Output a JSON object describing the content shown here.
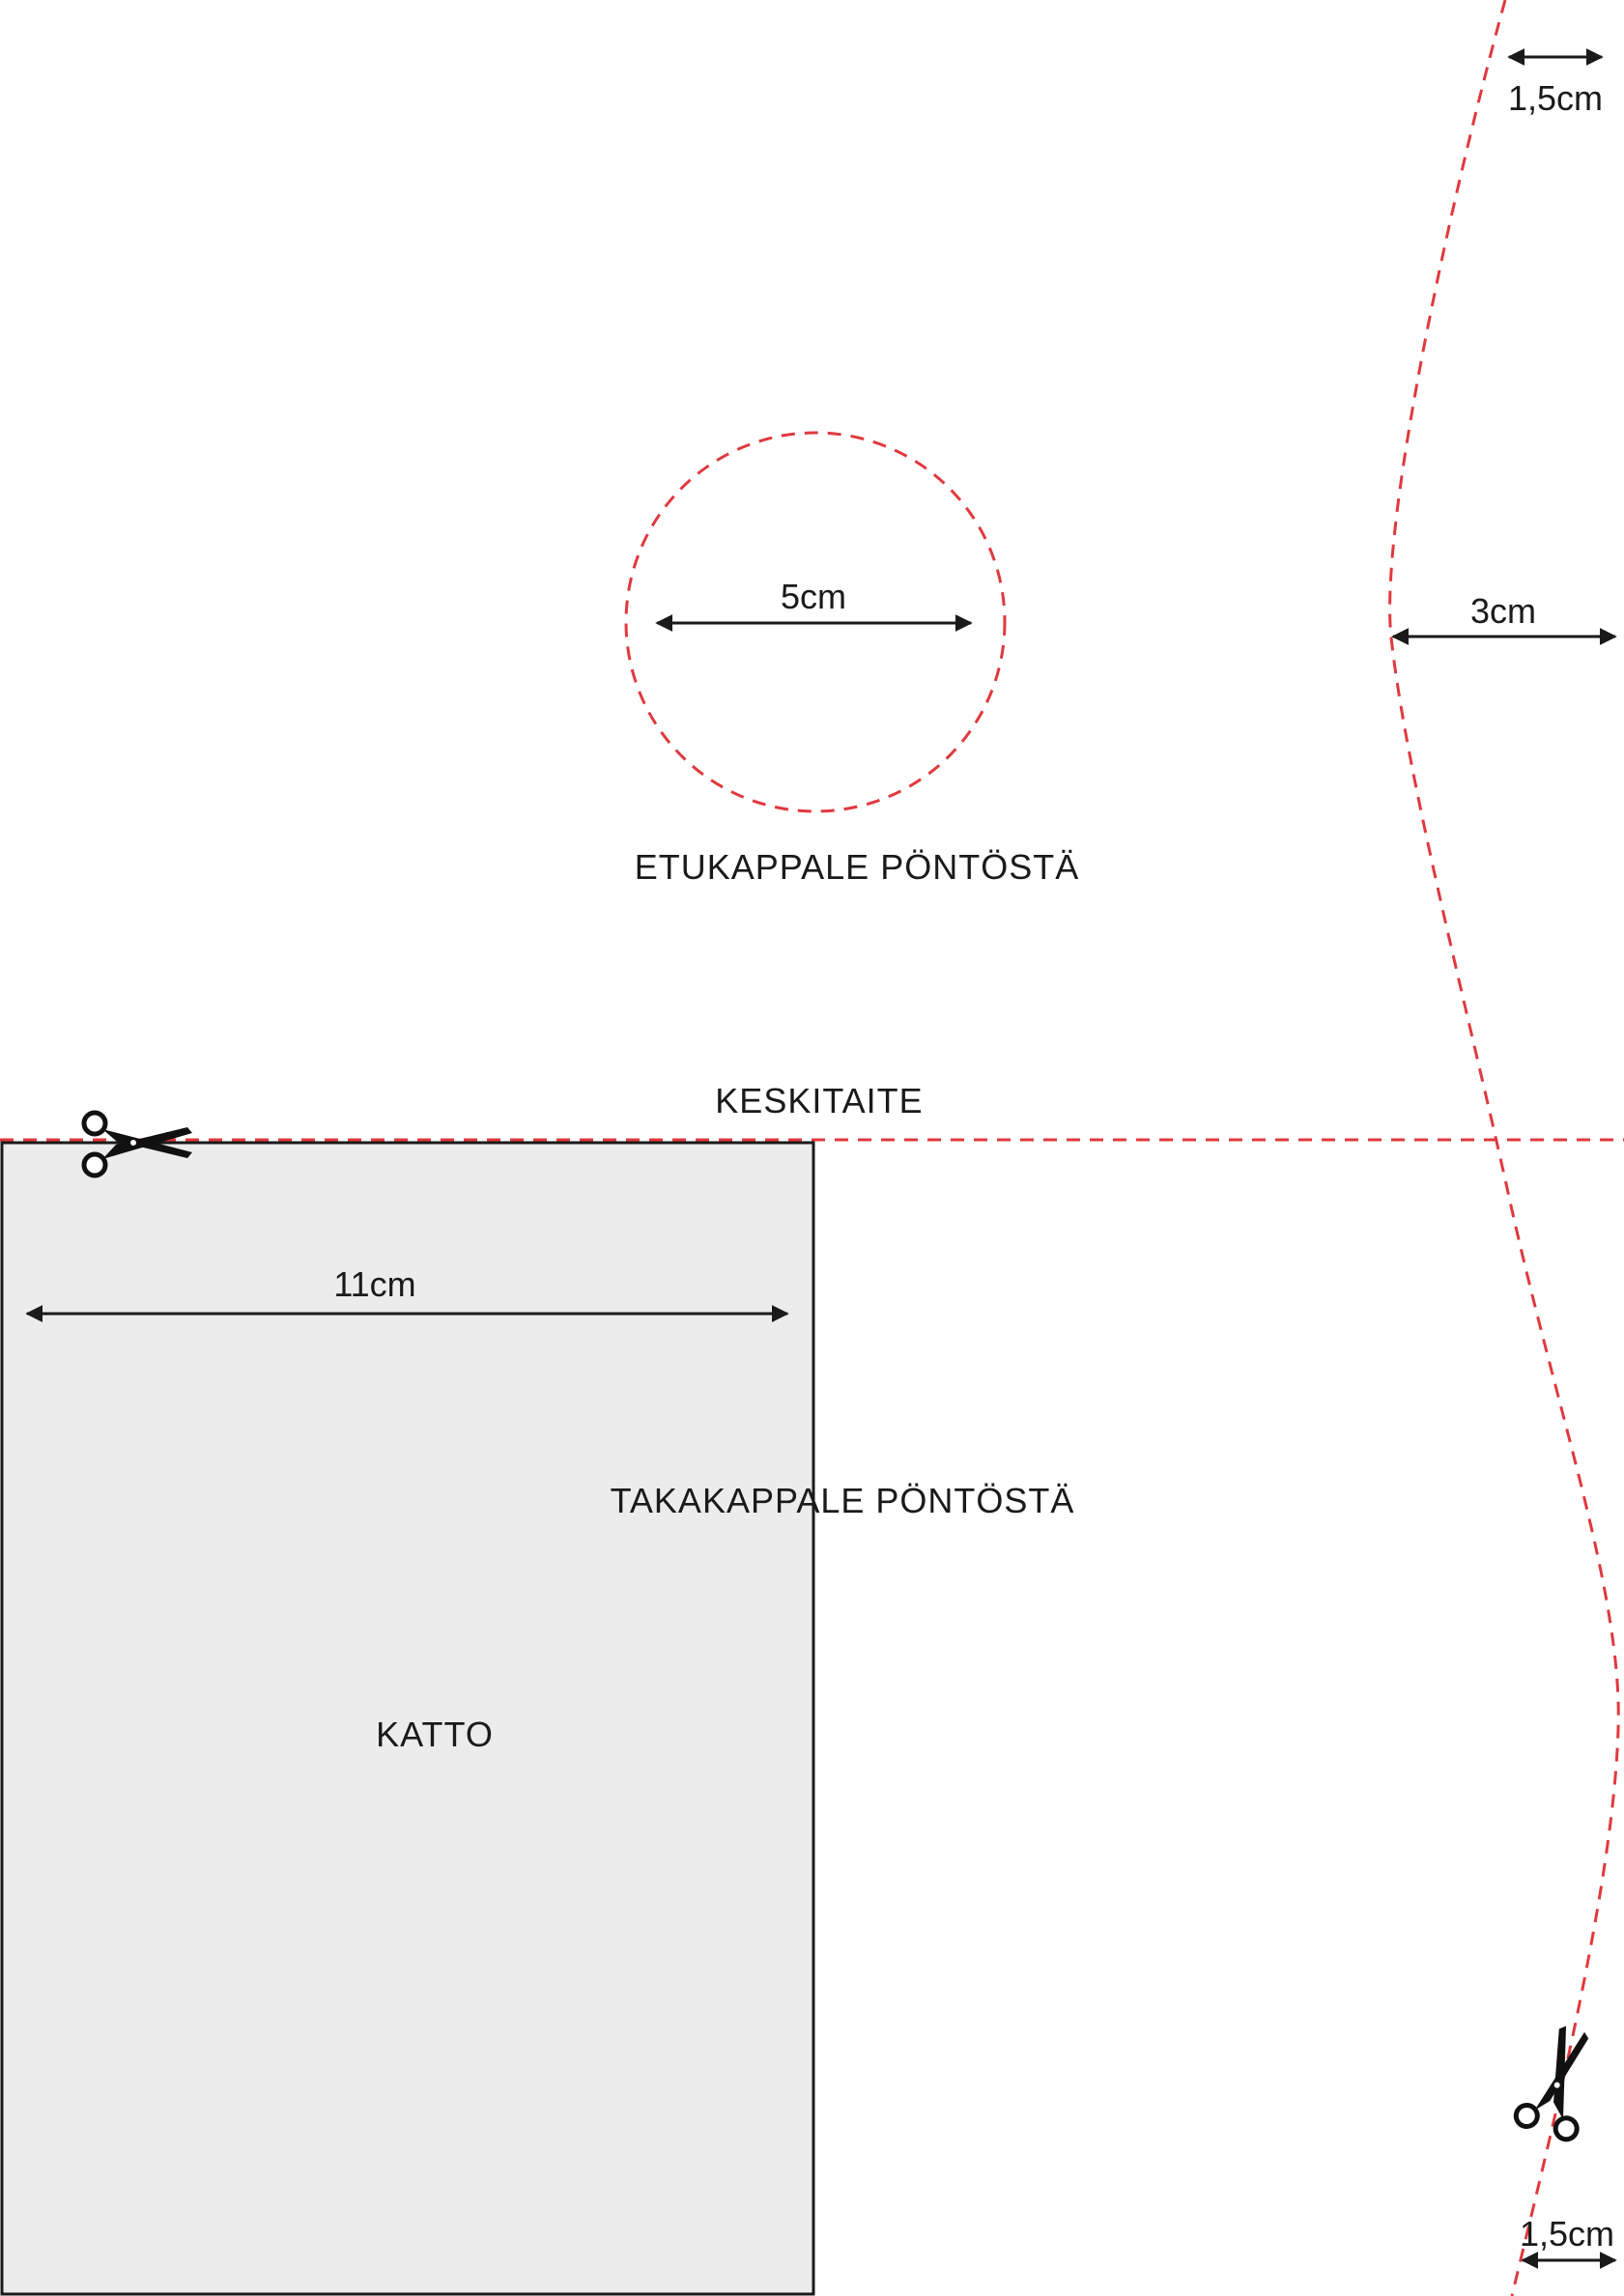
{
  "labels": {
    "front_piece": "ETUKAPPALE PÖNTÖSTÄ",
    "center_fold": "KESKITAITE",
    "back_piece": "TAKAKAPPALE PÖNTÖSTÄ",
    "roof": "KATTO"
  },
  "dimensions": {
    "hole_diameter": "5cm",
    "roof_width": "11cm",
    "curve_offset": "3cm",
    "top_margin": "1,5cm",
    "bottom_margin": "1,5cm"
  },
  "icons": {
    "cut_top": "scissors-icon",
    "cut_bottom": "scissors-icon"
  },
  "colors": {
    "cut_line": "#e0393e",
    "roof_fill": "#ececec",
    "roof_stroke": "#1a1a1a",
    "text": "#1a1a1a"
  }
}
